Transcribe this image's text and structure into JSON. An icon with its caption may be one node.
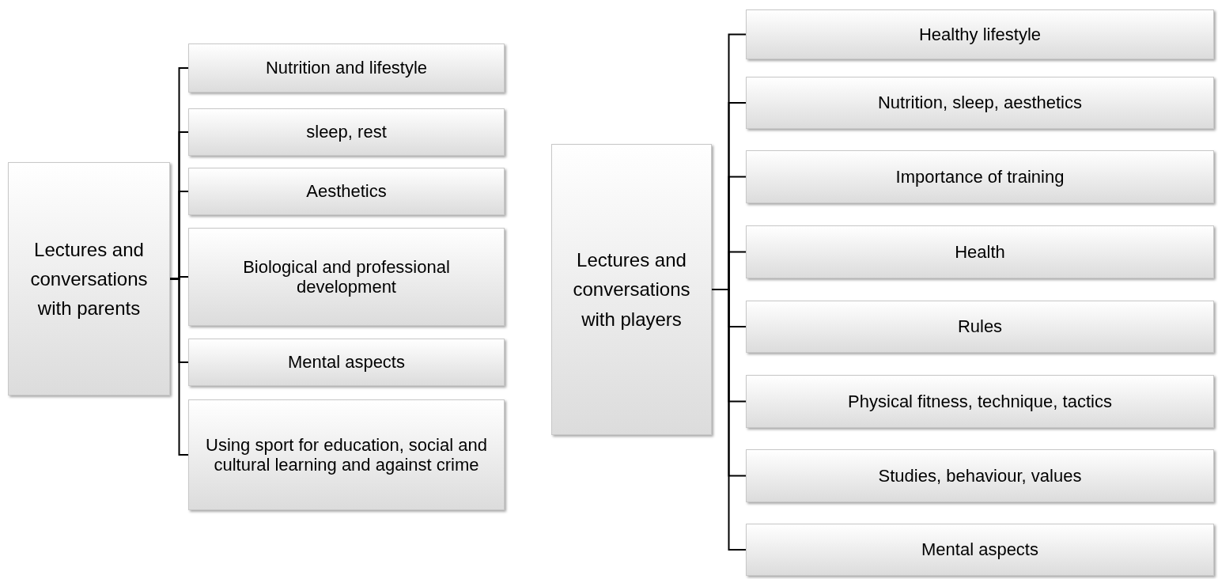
{
  "diagram": {
    "nodes": [
      {
        "text": [
          "Lectures and conversations with parents"
        ]
      },
      {
        "text": [
          "Nutrition and lifestyle"
        ]
      },
      {
        "text": [
          "sleep, rest"
        ]
      },
      {
        "text": [
          "Aesthetics"
        ]
      },
      {
        "text": [
          "Biological and professional development"
        ]
      },
      {
        "text": [
          "Mental aspects"
        ]
      },
      {
        "text": [
          "Using sport for education, social and cultural learning and against crime"
        ]
      },
      {
        "text": [
          "Lectures and conversations with players"
        ]
      },
      {
        "text": [
          "Healthy lifestyle"
        ]
      },
      {
        "text": [
          "Nutrition, sleep, aesthetics"
        ]
      },
      {
        "text": [
          "Importance of training"
        ]
      },
      {
        "text": [
          "Health"
        ]
      },
      {
        "text": [
          "Rules"
        ]
      },
      {
        "text": [
          "Physical fitness, technique, tactics"
        ]
      },
      {
        "text": [
          "Studies, behaviour, values"
        ]
      },
      {
        "text": [
          "Mental aspects"
        ]
      }
    ],
    "edges": [
      {
        "from": 0,
        "to": 1,
        "arrow": "none"
      },
      {
        "from": 0,
        "to": 2,
        "arrow": "none"
      },
      {
        "from": 0,
        "to": 3,
        "arrow": "none"
      },
      {
        "from": 0,
        "to": 4,
        "arrow": "none"
      },
      {
        "from": 0,
        "to": 5,
        "arrow": "none"
      },
      {
        "from": 0,
        "to": 6,
        "arrow": "none"
      },
      {
        "from": 7,
        "to": 8,
        "arrow": "none"
      },
      {
        "from": 7,
        "to": 9,
        "arrow": "none"
      },
      {
        "from": 7,
        "to": 10,
        "arrow": "none"
      },
      {
        "from": 7,
        "to": 11,
        "arrow": "none"
      },
      {
        "from": 7,
        "to": 12,
        "arrow": "none"
      },
      {
        "from": 7,
        "to": 13,
        "arrow": "none"
      },
      {
        "from": 7,
        "to": 14,
        "arrow": "none"
      },
      {
        "from": 7,
        "to": 15,
        "arrow": "none"
      }
    ]
  }
}
